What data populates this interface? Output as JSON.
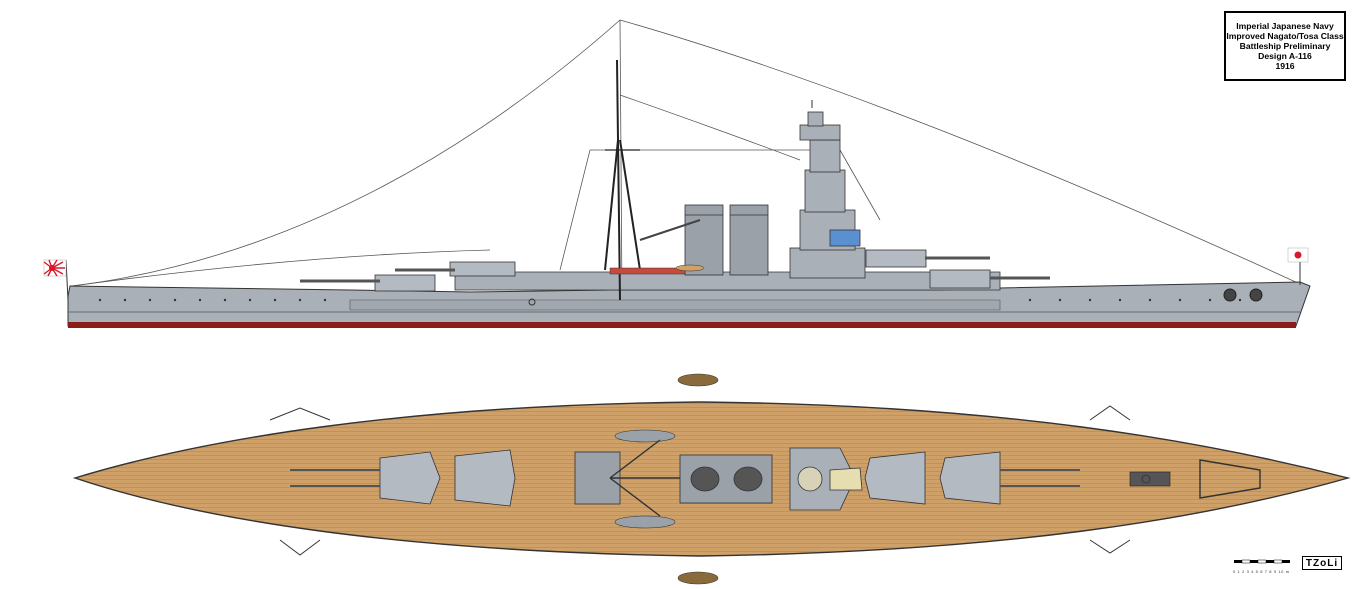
{
  "title_block": {
    "line1": "Imperial Japanese Navy",
    "line2": "Improved Nagato/Tosa Class",
    "line3": "Battleship Preliminary",
    "line4": "Design A-116",
    "line5": "1916"
  },
  "signature": "TZoLi",
  "scale_bar": {
    "ticks": "0 1 2 3 4 5 6 7 8 9 10 m"
  },
  "colors": {
    "hull_gray": "#a9b0b8",
    "hull_outline": "#333333",
    "boot_topping": "#8b1a1a",
    "deck_wood": "#cfa068",
    "deck_plank_line": "#a97c46",
    "turret_gray": "#b4bac1",
    "funnel_gray": "#9aa1a9",
    "flag_red": "#d7182a"
  },
  "icons": {
    "stern_flag": "rising-sun-ensign-icon",
    "bow_flag": "hinomaru-jack-icon"
  }
}
